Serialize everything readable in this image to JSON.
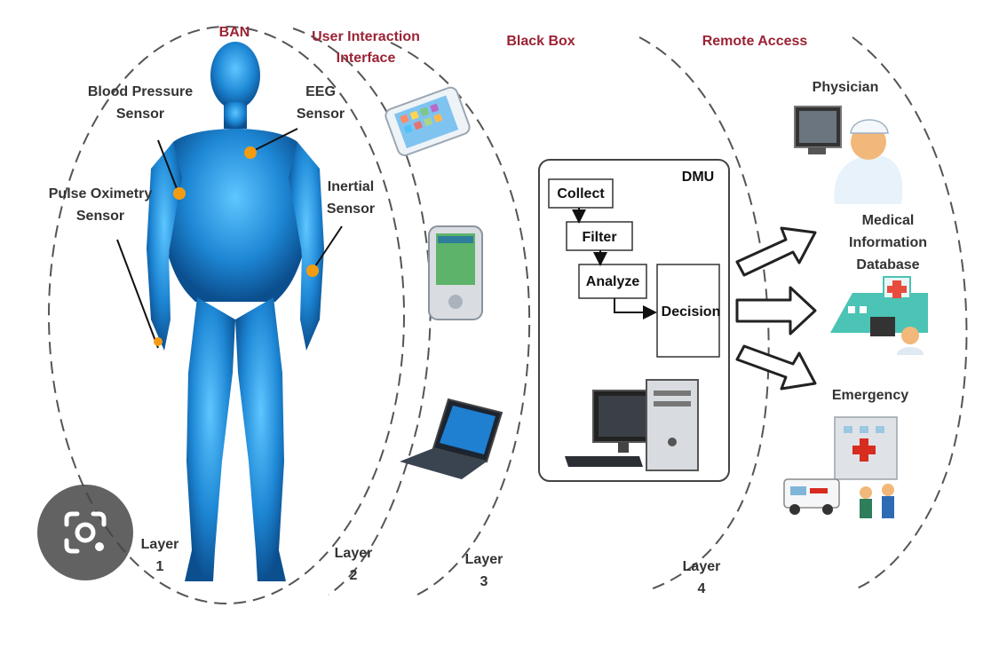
{
  "diagram": {
    "headers": {
      "ban": "BAN",
      "ui_line1": "User Interaction",
      "ui_line2": "Interface",
      "black_box": "Black Box",
      "remote_access": "Remote Access"
    },
    "sensors": {
      "bp_line1": "Blood Pressure",
      "bp_line2": "Sensor",
      "eeg_line1": "EEG",
      "eeg_line2": "Sensor",
      "pulse_line1": "Pulse Oximetry",
      "pulse_line2": "Sensor",
      "inertial_line1": "Inertial",
      "inertial_line2": "Sensor"
    },
    "dmu": {
      "title": "DMU",
      "collect": "Collect",
      "filter": "Filter",
      "analyze": "Analyze",
      "decision": "Decision"
    },
    "remote": {
      "physician": "Physician",
      "med_line1": "Medical",
      "med_line2": "Information",
      "med_line3": "Database",
      "emergency": "Emergency"
    },
    "layers": {
      "l1_word": "Layer",
      "l1_num": "1",
      "l2_word": "Layer",
      "l2_num": "2",
      "l3_word": "Layer",
      "l3_num": "3",
      "l4_word": "Layer",
      "l4_num": "4"
    }
  },
  "overlay": {
    "lens_icon": "camera-lens-icon"
  },
  "colors": {
    "header_red": "#9b2335",
    "body_blue": "#1e88d6",
    "sensor_orange": "#f39c12"
  }
}
